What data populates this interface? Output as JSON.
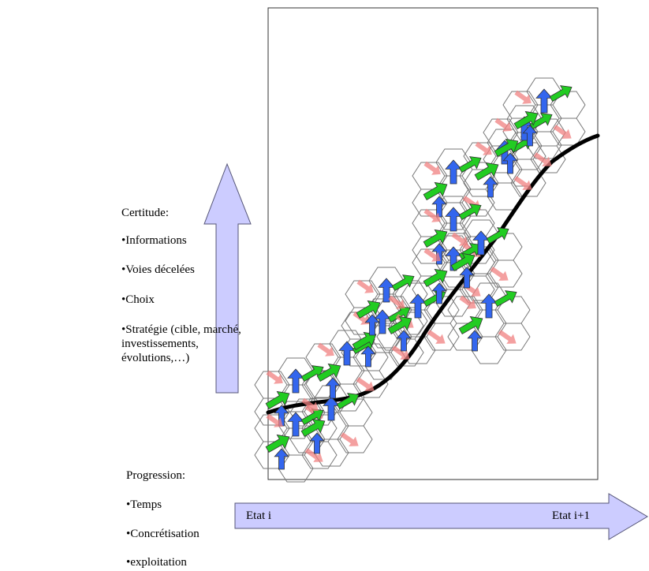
{
  "certitude": {
    "heading": "Certitude:",
    "items": [
      "•Informations",
      "•Voies décelées",
      "•Choix",
      "•Stratégie (cible, marché,",
      "investissements,",
      "évolutions,…)"
    ]
  },
  "progression": {
    "heading": "Progression:",
    "items": [
      "•Temps",
      "•Concrétisation",
      "•exploitation"
    ]
  },
  "axis": {
    "start_label": "Etat i",
    "end_label": "Etat i+1"
  },
  "colors": {
    "arrow_fill": "#ccccff",
    "up_arrow": "#3366ee",
    "diag_arrow": "#22cc22",
    "blocked_arrow": "#f08080",
    "curve": "#000000",
    "hex_stroke": "#666666"
  }
}
